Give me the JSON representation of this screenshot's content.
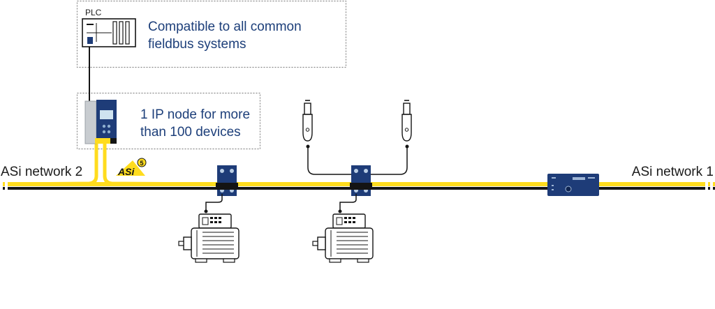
{
  "diagram": {
    "plc_label": "PLC",
    "plc_callout": [
      "Compatible to all common",
      "fieldbus systems"
    ],
    "gateway_callout": [
      "1 IP node for more",
      "than 100 devices"
    ],
    "network_left_label": "ASi network 2",
    "network_right_label": "ASi network 1",
    "asi_logo_text": "ASi",
    "asi_logo_version": "5"
  },
  "colors": {
    "cable_yellow": "#ffdc1e",
    "cable_black": "#141414",
    "module_blue": "#1e3c78",
    "text_blue": "#1d3f7a"
  }
}
